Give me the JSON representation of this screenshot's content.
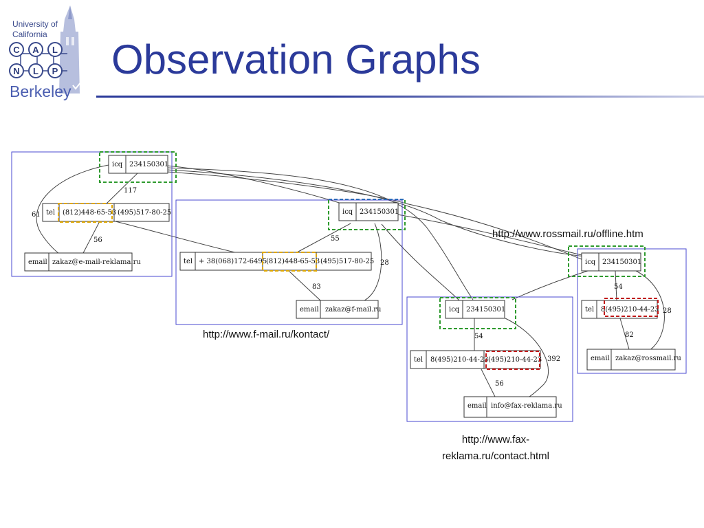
{
  "logo": {
    "line1": "University of",
    "line2": "California",
    "circles_row1": [
      "C",
      "A",
      "L"
    ],
    "circles_row2": [
      "N",
      "L",
      "P"
    ],
    "wordmark": "Berkeley"
  },
  "title": "Observation Graphs",
  "colors": {
    "title": "#2b3a9a",
    "graph_border": "#4a4ad0",
    "green_highlight": "#2e9a2e",
    "yellow_highlight": "#e0a800",
    "red_highlight": "#c01818",
    "blue_highlight": "#2a6ab8"
  },
  "graphs": {
    "e_mail_reklama": {
      "icq": {
        "key": "icq",
        "value": "234150301"
      },
      "tel": {
        "key": "tel",
        "values": [
          "(812)448-65-53",
          "(495)517-80-25"
        ]
      },
      "email": {
        "key": "email",
        "value": "zakaz@e-mail-reklama.ru"
      },
      "edges": {
        "icq_tel": "117",
        "tel_email": "56",
        "icq_email": "61"
      }
    },
    "f_mail": {
      "icq": {
        "key": "icq",
        "value": "234150301"
      },
      "tel": {
        "key": "tel",
        "values": [
          "+ 38(068)172-6495",
          "(812)448-65-53",
          "(495)517-80-25"
        ]
      },
      "email": {
        "key": "email",
        "value": "zakaz@f-mail.ru"
      },
      "edges": {
        "icq_tel": "55",
        "tel_email": "83",
        "icq_email": "28"
      },
      "url": "http://www.f-mail.ru/kontact/"
    },
    "fax_reklama": {
      "icq": {
        "key": "icq",
        "value": "234150301"
      },
      "tel": {
        "key": "tel",
        "values": [
          "8(495)210-44-23",
          "(495)210-44-23"
        ]
      },
      "email": {
        "key": "email",
        "value": "info@fax-reklama.ru"
      },
      "edges": {
        "icq_tel": "54",
        "tel_email": "56",
        "icq_email": "392"
      },
      "url": "http://www.fax-reklama.ru/contact.html"
    },
    "rossmail": {
      "icq": {
        "key": "icq",
        "value": "234150301"
      },
      "tel": {
        "key": "tel",
        "value": "8(495)210-44-23"
      },
      "email": {
        "key": "email",
        "value": "zakaz@rossmail.ru"
      },
      "edges": {
        "icq_tel": "54",
        "tel_email": "82",
        "icq_email": "28"
      },
      "url": "http://www.rossmail.ru/offline.htm"
    }
  }
}
